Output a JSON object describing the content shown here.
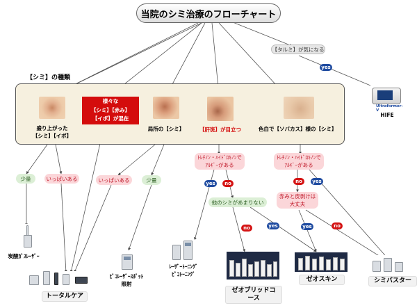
{
  "title": "当院のシミ治療のフローチャート",
  "section_label": "【シミ】の種類",
  "tarumi": {
    "label": "【タルミ】が気になる",
    "yes": "yes",
    "device_brand": "Ultraformer-V",
    "device_label": "HIFE"
  },
  "types": {
    "raised": {
      "label_line1": "盛り上がった",
      "label_line2": "【シミ】【イボ】"
    },
    "mixed": {
      "line1": "様々な",
      "line2": "【シミ】【赤み】",
      "line3": "【イボ】が混在"
    },
    "local": {
      "label": "局所の【シミ】"
    },
    "liver": {
      "label": "【肝斑】が目立つ"
    },
    "fair": {
      "label": "色白で【ソバカス】様の【シミ】"
    }
  },
  "branches": {
    "few": "少量",
    "many": "いっぱいある",
    "allergy_line1": "ﾄﾚﾁﾉﾝ・ﾊｲﾄﾞﾛｷﾉﾝで",
    "allergy_line2": "ｱﾙｷﾞｰがある",
    "other_spots": "他のシミがあまりない",
    "redness_line1": "赤みと皮剥けは",
    "redness_line2": "大丈夫",
    "yes": "yes",
    "no": "no"
  },
  "devices": {
    "co2_laser": "炭酸ｶﾞｽﾚｰｻﾞｰ",
    "total_care": "トータルケア",
    "pico_spot_line1": "ﾋﾟｺﾚｰｻﾞｰｽﾎﾟｯﾄ",
    "pico_spot_line2": "照射",
    "laser_toning_line1": "ﾚｰｻﾞｰﾄｰﾆﾝｸﾞ",
    "laser_toning_line2": "ﾋﾟｺﾄｰﾆﾝｸﾞ",
    "zeo_hybrid": "ゼオブリッドコース",
    "zeo_skin": "ゼオスキン",
    "shimi_buster": "シミバスター"
  },
  "colors": {
    "red_box": "#d40c0c",
    "panel_fill": "#f6f0df",
    "yes_badge": "#1f4ba0",
    "no_badge": "#d41414",
    "pill_green": "#dcefd6",
    "pill_pink": "#fbd6d9"
  }
}
